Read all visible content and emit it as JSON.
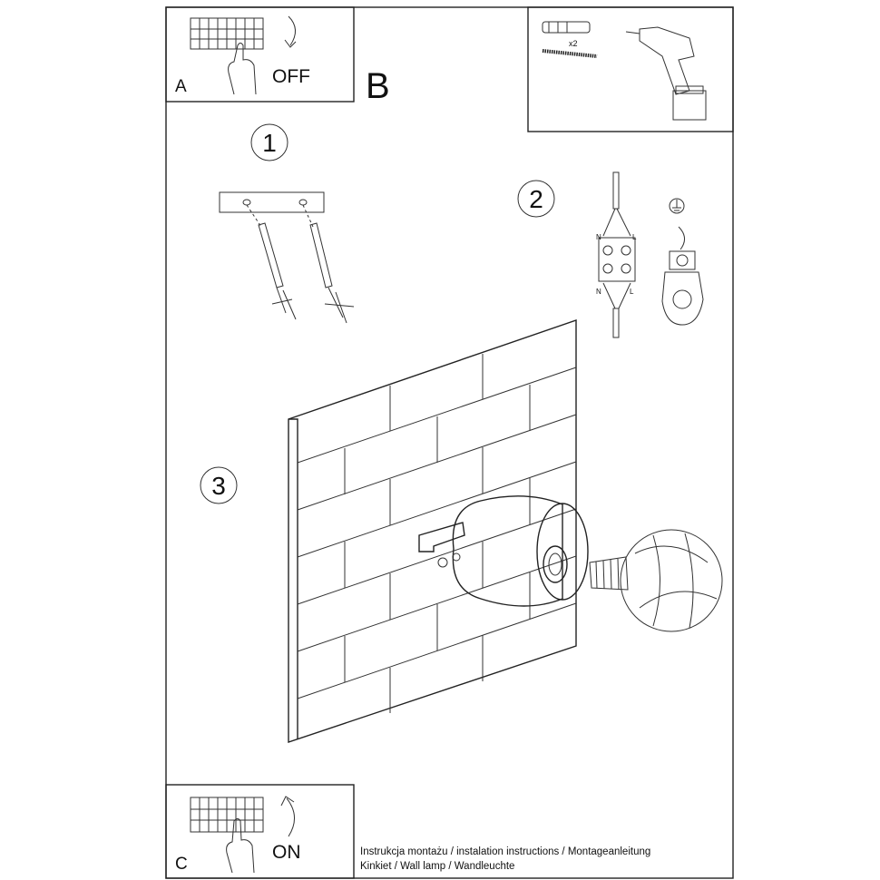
{
  "panel_a": {
    "letter": "A",
    "label": "OFF"
  },
  "panel_b": {
    "letter": "B"
  },
  "panel_c": {
    "letter": "C",
    "label": "ON"
  },
  "tools": {
    "quantity": "x2"
  },
  "steps": [
    {
      "number": "1"
    },
    {
      "number": "2"
    },
    {
      "number": "3"
    }
  ],
  "wiring": {
    "top_left": "N",
    "top_right": "L",
    "bottom_left": "N",
    "bottom_right": "L"
  },
  "footer": {
    "line1": "Instrukcja montażu / instalation instructions / Montageanleitung",
    "line2": "Kinkiet / Wall lamp / Wandleuchte"
  }
}
